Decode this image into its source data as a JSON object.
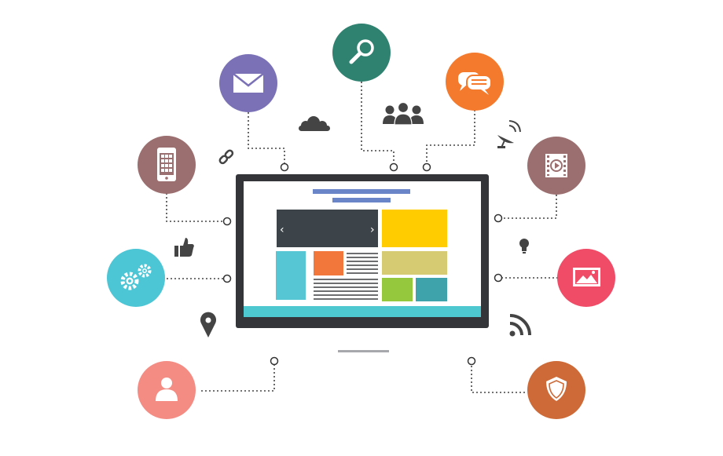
{
  "colors": {
    "monitor_frame": "#333538",
    "screen_bg": "#ffffff",
    "screen_footer": "#4dc8d0",
    "title_bar": "#6b85c9",
    "slider_bg": "#3c4449",
    "yellow_block": "#ffcc00",
    "olive_block": "#d6cb73",
    "green_block": "#95c83c",
    "teal_block": "#3fa3ac",
    "cyan_block": "#56c6d4",
    "orange_block": "#f2773a",
    "text_lines": "#6d6e70",
    "dotted_line": "#444444",
    "dark_icon": "#444444"
  },
  "nodes": [
    {
      "name": "email",
      "icon": "envelope-icon",
      "color": "#7a71b6"
    },
    {
      "name": "search",
      "icon": "magnifier-icon",
      "color": "#2f8170"
    },
    {
      "name": "chat",
      "icon": "speech-bubbles-icon",
      "color": "#f47a2e"
    },
    {
      "name": "mobile",
      "icon": "smartphone-icon",
      "color": "#9b6e6f"
    },
    {
      "name": "video",
      "icon": "film-icon",
      "color": "#9b6e6f"
    },
    {
      "name": "settings",
      "icon": "gears-icon",
      "color": "#4cc5d5"
    },
    {
      "name": "image",
      "icon": "picture-icon",
      "color": "#f04c68"
    },
    {
      "name": "user",
      "icon": "person-icon",
      "color": "#f48c84"
    },
    {
      "name": "security",
      "icon": "shield-icon",
      "color": "#cd6a37"
    }
  ],
  "small_icons": [
    "cloud-icon",
    "group-icon",
    "satellite-dish-icon",
    "link-icon",
    "thumbs-up-icon",
    "lightbulb-icon",
    "map-pin-icon",
    "rss-feed-icon"
  ],
  "slider": {
    "prev_arrow": "‹",
    "next_arrow": "›"
  }
}
